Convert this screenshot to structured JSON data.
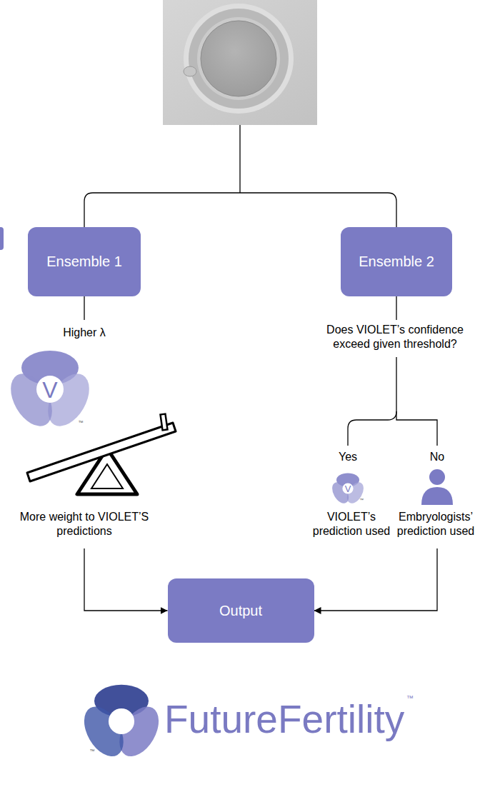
{
  "diagram": {
    "nodes": [
      {
        "text": [
          "Ensemble 1"
        ]
      },
      {
        "text": [
          "Ensemble 2"
        ]
      },
      {
        "text": [
          "Output"
        ]
      }
    ],
    "edges": [
      {
        "from": 0,
        "to": 2,
        "arrow": "to"
      },
      {
        "from": 1,
        "to": 2,
        "arrow": "to"
      }
    ],
    "labels": [
      "Higher λ",
      "Does VIOLET’s confidence exceed given threshold?",
      "Yes",
      "No",
      "More weight to VIOLET’S predictions",
      "VIOLET’s prediction used",
      "Embryologists’ prediction used",
      "FutureFertility",
      "V",
      "V",
      "™",
      "™",
      "™",
      "™"
    ]
  }
}
